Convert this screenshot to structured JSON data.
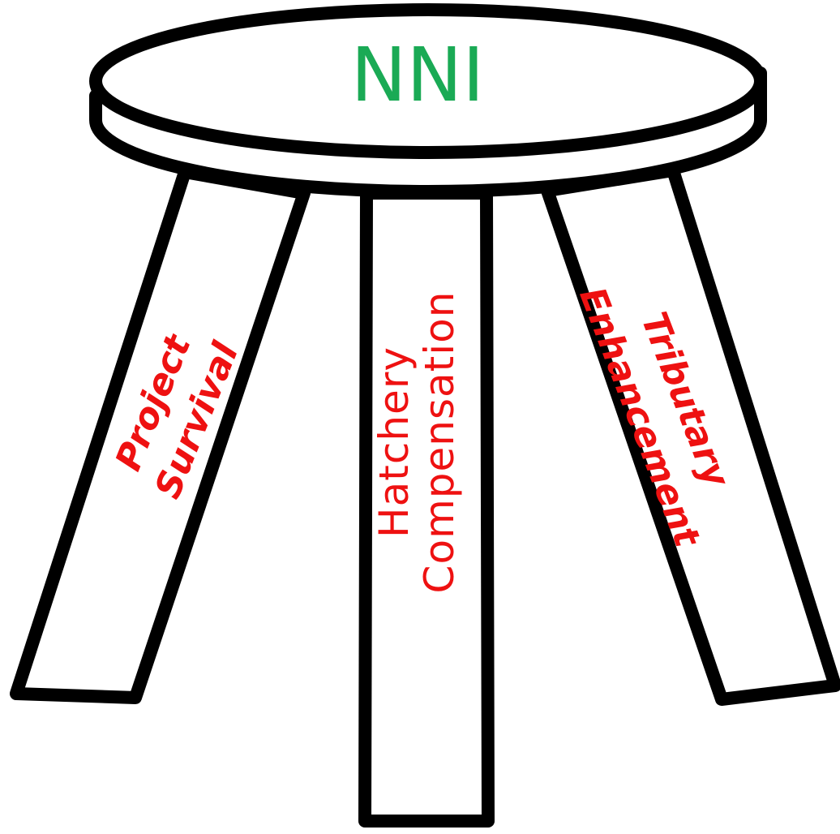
{
  "diagram": {
    "seat": {
      "label": "NNI"
    },
    "legs": {
      "left": {
        "line1": "Project",
        "line2": "Survival"
      },
      "center": {
        "line1": "Hatchery",
        "line2": "Compensation"
      },
      "right": {
        "line1": "Tributary",
        "line2": "Enhancement"
      }
    }
  },
  "colors": {
    "outline": "#000000",
    "fill": "#ffffff",
    "seat_label": "#1aaa55",
    "leg_labels": "#ee1111"
  }
}
